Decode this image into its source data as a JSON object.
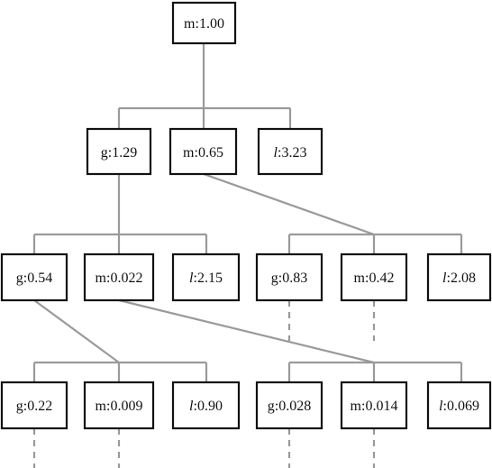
{
  "tree": {
    "root": {
      "letter": "m",
      "value": "1.00"
    },
    "level1": [
      {
        "letter": "g",
        "value": "1.29"
      },
      {
        "letter": "m",
        "value": "0.65"
      },
      {
        "letter": "l",
        "value": "3.23"
      }
    ],
    "level2": [
      {
        "letter": "g",
        "value": "0.54"
      },
      {
        "letter": "m",
        "value": "0.022"
      },
      {
        "letter": "l",
        "value": "2.15"
      },
      {
        "letter": "g",
        "value": "0.83"
      },
      {
        "letter": "m",
        "value": "0.42"
      },
      {
        "letter": "l",
        "value": "2.08"
      }
    ],
    "level3": [
      {
        "letter": "g",
        "value": "0.22"
      },
      {
        "letter": "m",
        "value": "0.009"
      },
      {
        "letter": "l",
        "value": "0.90"
      },
      {
        "letter": "g",
        "value": "0.028"
      },
      {
        "letter": "m",
        "value": "0.014"
      },
      {
        "letter": "l",
        "value": "0.069"
      }
    ]
  },
  "colors": {
    "edge": "#9a9a9a",
    "border": "#111111",
    "text": "#111111"
  }
}
